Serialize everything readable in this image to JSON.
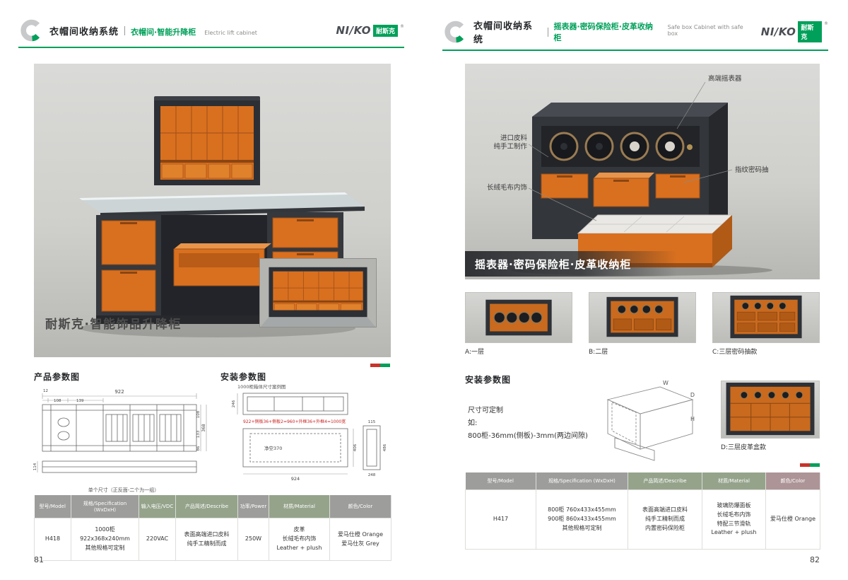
{
  "brand": {
    "name": "NI/KO",
    "cn": "耐斯克",
    "reg": "®"
  },
  "colors": {
    "accent_green": "#00A05A",
    "accent_red": "#C8332B",
    "hermes_orange": "#D9701F",
    "cabinet_dark": "#33363B"
  },
  "page_left": {
    "page_number": "81",
    "header": {
      "section_title": "衣帽间收纳系统",
      "sub_title": "衣帽间·智能升降柜",
      "sub_title_en": "Electric lift cabinet"
    },
    "photo": {
      "caption": "耐斯克·智能饰品升降柜"
    },
    "product_params": {
      "title": "产品参数图",
      "dim_total_width": "922",
      "dim_seg1": "12",
      "dim_seg2": "108",
      "dim_seg3": "139",
      "dim_right_top": "108",
      "dim_right_mid": "133",
      "dim_right_bottom": "86",
      "dim_right_total": "368",
      "dim_base_height": "114",
      "footnote": "单个尺寸（正反面-二个为一组）"
    },
    "install_params": {
      "title": "安装参数图",
      "subtitle": "1000柜箱体尺寸案例图",
      "dim_left": "246",
      "formula": "922+侧板36+侧板2=960+外框36+外框4=1000宽",
      "clearance": "净空370",
      "dim_right": "406",
      "dim_bottom": "924",
      "profile_top": "115",
      "profile_right": "486",
      "profile_bottom": "248"
    },
    "table": {
      "headers": [
        {
          "label": "型号/Model"
        },
        {
          "label": "规格/Specification (WxDxH)"
        },
        {
          "label": "输入电压/VDC"
        },
        {
          "label": "产品简述/Describe"
        },
        {
          "label": "功率/Power"
        },
        {
          "label": "材质/Material"
        },
        {
          "label": "颜色/Color"
        }
      ],
      "row": {
        "model": "H418",
        "spec_lines": [
          "1000柜 922x368x240mm",
          "其他规格可定制"
        ],
        "voltage": "220VAC",
        "describe_lines": [
          "表面高端进口皮料",
          "纯手工精制而成"
        ],
        "power": "250W",
        "material_lines": [
          "皮革",
          "长绒毛布内饰",
          "Leather + plush"
        ],
        "color_lines": [
          "爱马仕橙 Orange",
          "爱马仕灰 Grey"
        ]
      }
    }
  },
  "page_right": {
    "page_number": "82",
    "header": {
      "section_title": "衣帽间收纳系统",
      "sub_title": "摇表器·密码保险柜·皮革收纳柜",
      "sub_title_en": "Safe box Cabinet with safe box"
    },
    "photo": {
      "caption": "摇表器·密码保险柜·皮革收纳柜",
      "annotations": {
        "winder": "高端摇表器",
        "leather1": "进口皮料",
        "leather2": "纯手工制作",
        "fingerprint": "指纹密码抽",
        "plush": "长绒毛布内饰"
      }
    },
    "thumbnails": [
      {
        "label": "A:一层"
      },
      {
        "label": "B:二层"
      },
      {
        "label": "C:三层密码抽款"
      }
    ],
    "install": {
      "title": "安装参数图",
      "note_lines": [
        "尺寸可定制",
        "如:",
        "800柜-36mm(侧板)-3mm(两边间隙)"
      ],
      "axis_w": "W",
      "axis_d": "D",
      "axis_h": "H",
      "thumb_label": "D:三层皮革盒款"
    },
    "table": {
      "headers": [
        {
          "label": "型号/Model"
        },
        {
          "label": "规格/Specification (WxDxH)"
        },
        {
          "label": "产品简述/Describe"
        },
        {
          "label": "材质/Material"
        },
        {
          "label": "颜色/Color"
        }
      ],
      "row": {
        "model": "H417",
        "spec_lines": [
          "800柜 760x433x455mm",
          "900柜 860x433x455mm",
          "其他规格可定制"
        ],
        "describe_lines": [
          "表面高端进口皮料",
          "纯手工精制而成",
          "内置密码保险柜"
        ],
        "material_lines": [
          "玻璃防爆面板",
          "长绒毛布内饰",
          "特配三节滑轨",
          "Leather + plush"
        ],
        "color_lines": [
          "爱马仕橙 Orange"
        ]
      }
    }
  }
}
